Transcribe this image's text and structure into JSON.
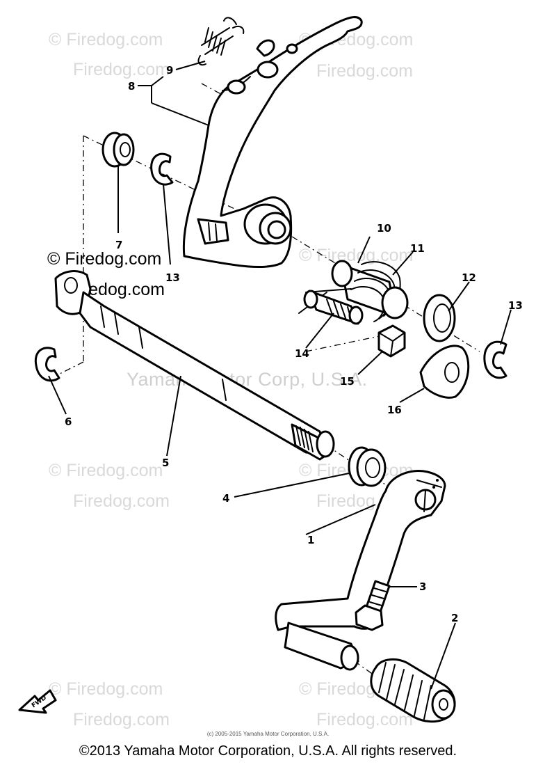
{
  "watermarks": {
    "site": "Firedog.com",
    "site_copyright": "© Firedog.com",
    "center": "Yamaha Motor Corp, U.S.A."
  },
  "callouts": {
    "p1": "1",
    "p2": "2",
    "p3": "3",
    "p4": "4",
    "p5": "5",
    "p6": "6",
    "p7": "7",
    "p8": "8",
    "p9": "9",
    "p10": "10",
    "p11": "11",
    "p12": "12",
    "p13a": "13",
    "p13b": "13",
    "p14": "14",
    "p15": "15",
    "p16": "16"
  },
  "fwd_label": "FWD",
  "fine_print": "(c) 2005-2015 Yamaha Motor Corporation, U.S.A.",
  "footer": "©2013 Yamaha Motor Corporation, U.S.A. All rights reserved."
}
